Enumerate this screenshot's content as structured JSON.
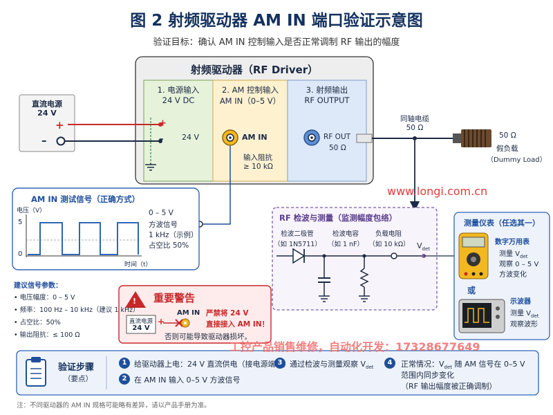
{
  "title": "图 2   射频驱动器 AM IN 端口验证示意图",
  "subtitle": "验证目标：确认 AM IN 控制输入是否正常调制 RF 输出的幅度",
  "dc_supply": {
    "label": "直流电源",
    "voltage": "24 V",
    "plus": "+",
    "minus": "–"
  },
  "driver": {
    "title": "射频驱动器（RF Driver）",
    "sec1": {
      "title": "1. 电源输入",
      "sub": "24 V DC",
      "plus": "+",
      "minus": "–",
      "voltage": "24 V"
    },
    "sec2": {
      "title": "2. AM 控制输入",
      "sub": "AM IN（0–5 V）",
      "port": "AM IN",
      "imp_label": "输入阻抗",
      "imp_value": "≥ 10 kΩ"
    },
    "sec3": {
      "title": "3. 射频输出",
      "sub": "RF OUTPUT",
      "port": "RF OUT",
      "imp": "50 Ω"
    }
  },
  "cable": {
    "label": "同轴电缆",
    "imp": "50 Ω"
  },
  "dummy_load": {
    "imp": "50 Ω",
    "label": "假负载",
    "label_en": "（Dummy Load）"
  },
  "watermark_url": "www.longi.com.cn",
  "signal_box": {
    "title": "AM IN 测试信号（正确方式）",
    "ylabel": "电压（V）",
    "y5": "5",
    "y0": "0",
    "xlabel": "时间（t）",
    "desc": [
      "0 – 5 V",
      "方波信号",
      "1 kHz（示例）",
      "占空比 50%"
    ]
  },
  "params": {
    "title": "建议信号参数：",
    "items": [
      "• 电压幅度：0 – 5 V",
      "• 频率：100 Hz – 10 kHz（建议 1 kHz）",
      "• 占空比：50%",
      "• 输出阻抗：≤ 100 Ω"
    ]
  },
  "warning": {
    "title": "重要警告",
    "supply_label": "直流电源",
    "supply_voltage": "24 V",
    "plus": "+",
    "port": "AM IN",
    "line1": "严禁将 24 V",
    "line2": "直接接入 AM IN！",
    "line3": "否则可能导致驱动器损坏。"
  },
  "detect": {
    "title": "RF 检波与测量（监测幅度包络）",
    "c1": "检波二极管",
    "c1b": "（如 1N5711）",
    "c2": "检波电容",
    "c2b": "（如 1 nF）",
    "c3": "负载电阻",
    "c3b": "（如 10 kΩ）",
    "vdet": "V",
    "vdet_sub": "det"
  },
  "instruments": {
    "title": "测量仪表（任选其一）",
    "dmm_title": "数字万用表",
    "dmm_lines": [
      "测量 V",
      "观察 0 – 5 V",
      "方波变化"
    ],
    "or": "或",
    "scope_title": "示波器",
    "scope_lines": [
      "测量 V",
      "观察波形"
    ],
    "sub": "det"
  },
  "watermark_biz": "工控产品销售维修，自动化开发：17328677649",
  "steps": {
    "title": "验证步骤",
    "subtitle": "（要点）",
    "s1": "给驱动器上电：24 V 直流供电（接电源端口）",
    "s2": "在 AM IN 输入 0–5 V 方波信号",
    "s3": "通过检波与测量观察 V",
    "s3sub": "det",
    "s4a": "正常情况：V",
    "s4sub": "det",
    "s4b": " 随 AM 信号在 0–5 V",
    "s4c": "范围内同步变化",
    "s4d": "（RF 输出幅度被正确调制）",
    "n1": "1",
    "n2": "2",
    "n3": "3",
    "n4": "4"
  },
  "footnote": "注：不同驱动器的 AM IN 规格可能略有差异，请以产品手册为准。"
}
